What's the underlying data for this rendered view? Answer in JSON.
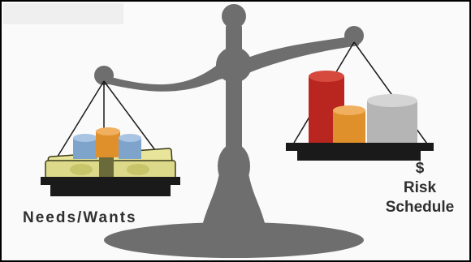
{
  "illustration": {
    "subject": "balance-scale",
    "icons": [
      "balance-scale-icon",
      "coin-stack-icon",
      "cash-bundle-icon"
    ]
  },
  "labels": {
    "left_pan": "Needs/Wants",
    "right_pan": {
      "symbol": "$",
      "line1": "Risk",
      "line2": "Schedule"
    }
  },
  "colors": {
    "scale": "#6e6e6e",
    "text": "#2f2f2f",
    "cash": "#e8e59a",
    "coin_red": "#b8261f",
    "coin_orange": "#e0902a",
    "coin_silver": "#b5b5b5",
    "coin_blue": "#7fa4cc"
  }
}
